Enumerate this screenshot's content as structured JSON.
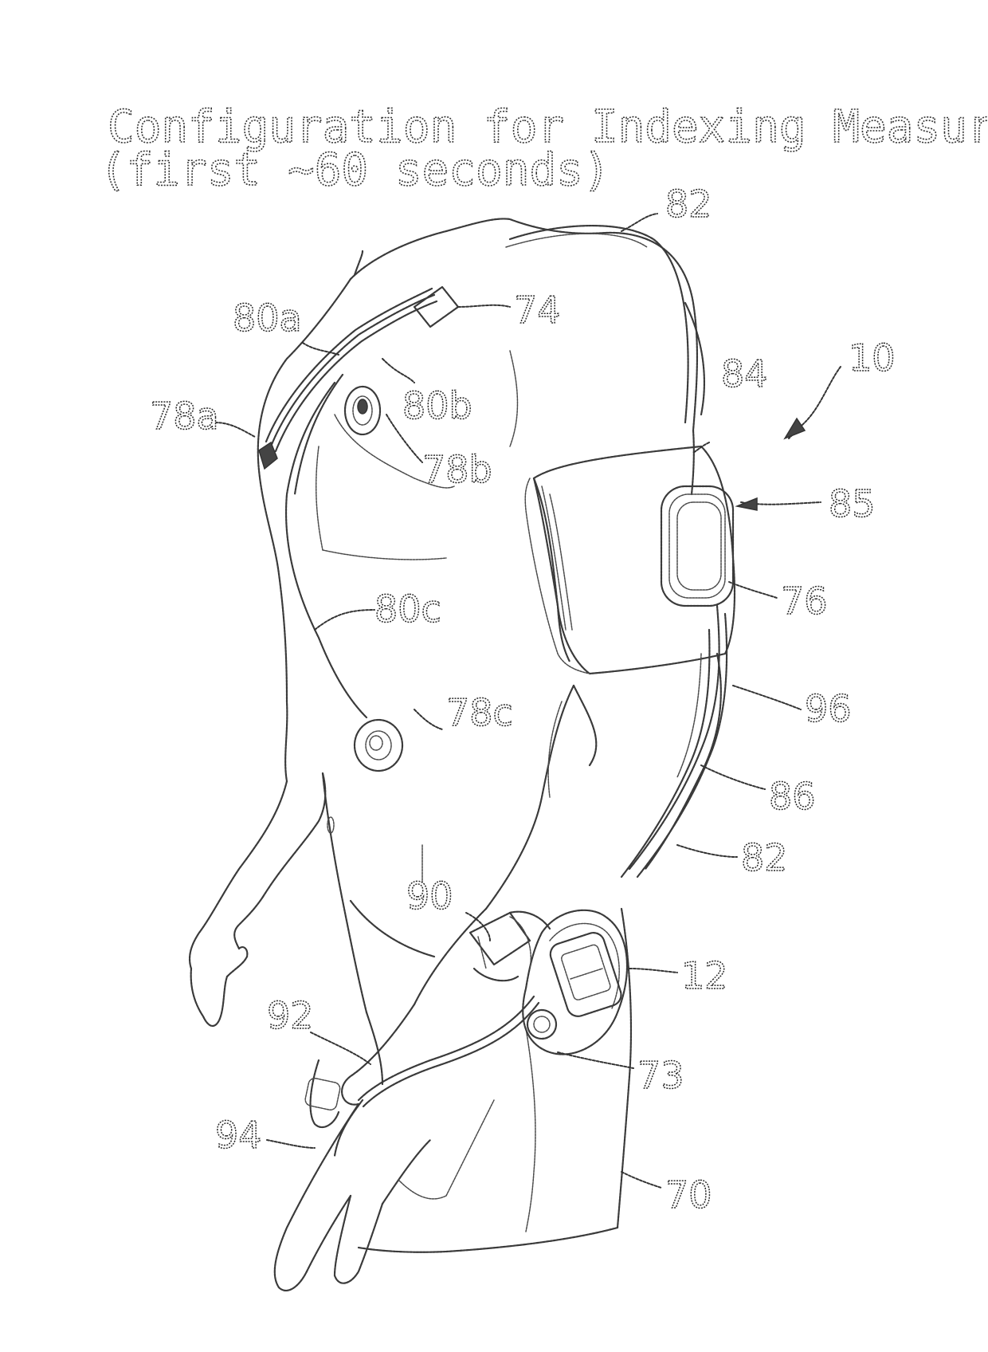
{
  "caption": {
    "line1": "Configuration for Indexing Measurement",
    "line2": "(first ~60 seconds)"
  },
  "refs": {
    "r82_top": "82",
    "r74": "74",
    "r80a": "80a",
    "r80b": "80b",
    "r78a": "78a",
    "r78b": "78b",
    "r10": "10",
    "r84": "84",
    "r85": "85",
    "r76": "76",
    "r80c": "80c",
    "r78c": "78c",
    "r96": "96",
    "r86": "86",
    "r82_bottom": "82",
    "r90": "90",
    "r12": "12",
    "r92": "92",
    "r73": "73",
    "r94": "94",
    "r70": "70"
  }
}
